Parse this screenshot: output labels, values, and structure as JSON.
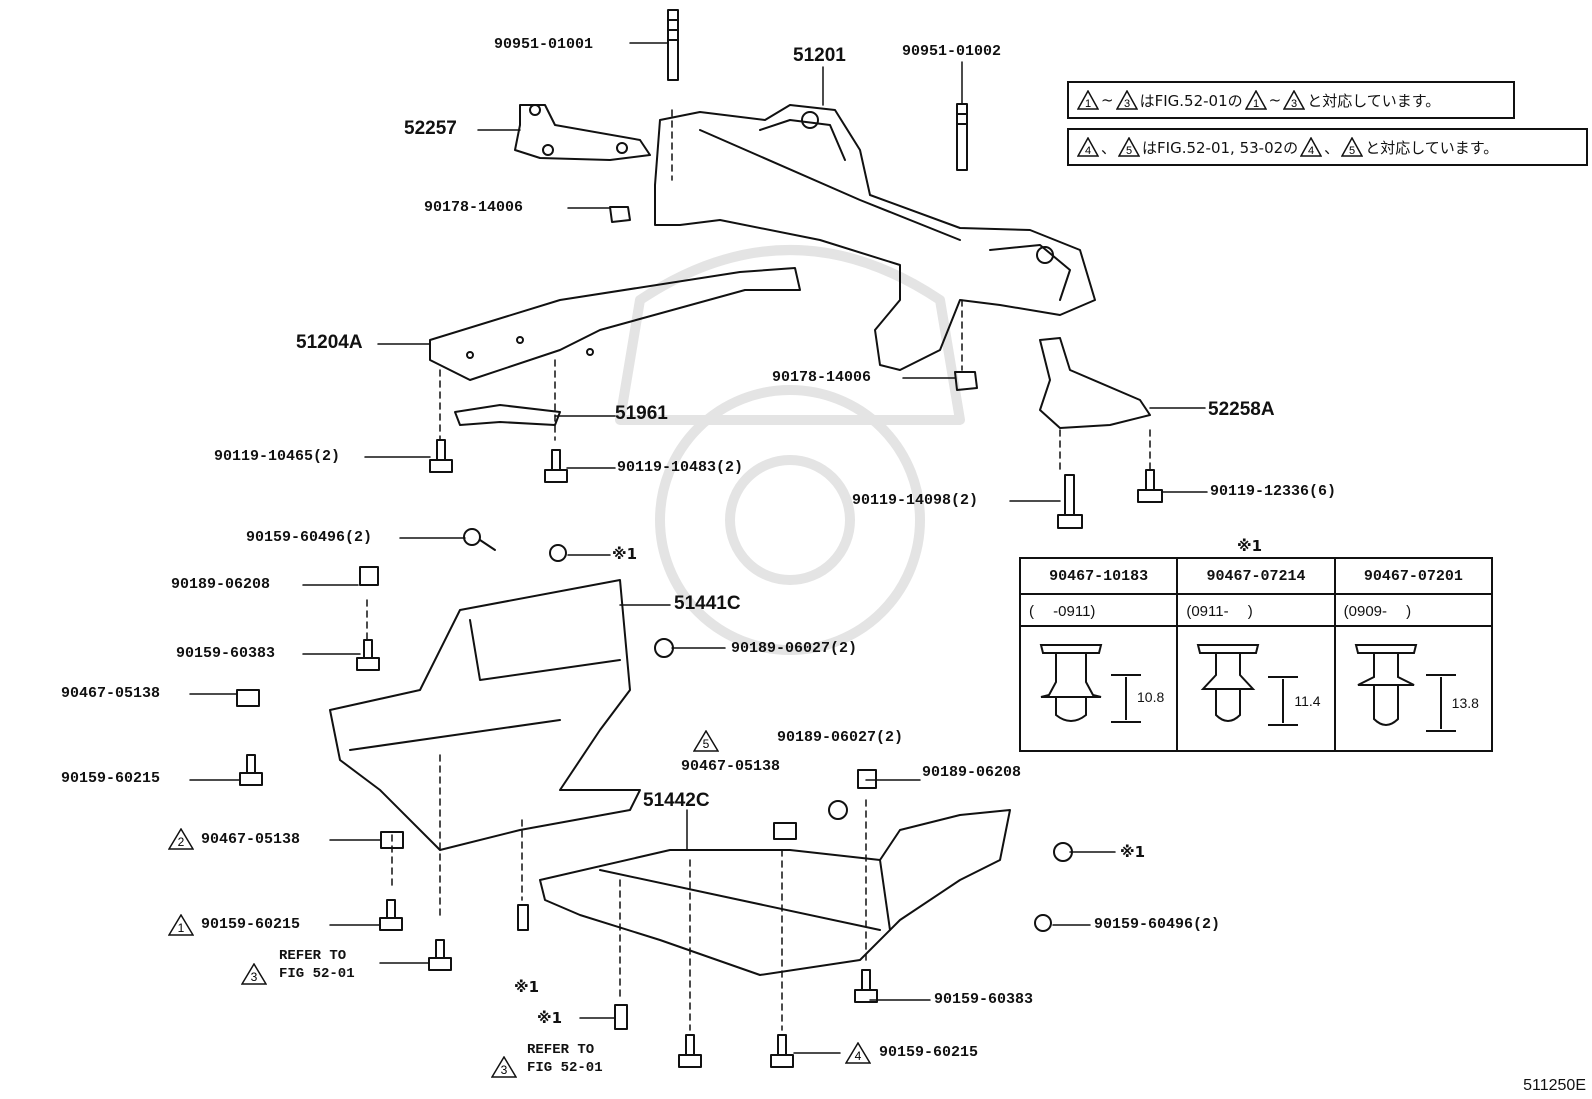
{
  "labels": {
    "p90951_01001": "90951-01001",
    "p51201": "51201",
    "p90951_01002": "90951-01002",
    "p52257": "52257",
    "p90178_14006_a": "90178-14006",
    "p51204A": "51204A",
    "p51961": "51961",
    "p90178_14006_b": "90178-14006",
    "p52258A": "52258A",
    "p90119_10465": "90119-10465(2)",
    "p90119_10483": "90119-10483(2)",
    "p90119_14098": "90119-14098(2)",
    "p90119_12336": "90119-12336(6)",
    "p90159_60496_a": "90159-60496(2)",
    "p90189_06208_a": "90189-06208",
    "p51441C": "51441C",
    "p90189_06027_a": "90189-06027(2)",
    "p90159_60383_a": "90159-60383",
    "p90467_05138_a": "90467-05138",
    "p90159_60215_a": "90159-60215",
    "p90467_05138_b": "90467-05138",
    "p90159_60215_b": "90159-60215",
    "p51442C": "51442C",
    "p90467_05138_c": "90467-05138",
    "p90189_06027_b": "90189-06027(2)",
    "p90189_06208_b": "90189-06208",
    "p90159_60496_b": "90159-60496(2)",
    "p90159_60383_b": "90159-60383",
    "p90159_60215_c": "90159-60215",
    "refer_a_1": "REFER TO",
    "refer_a_2": "FIG 52-01",
    "refer_b_1": "REFER TO",
    "refer_b_2": "FIG 52-01",
    "star": "※1",
    "tri1": "1",
    "tri2": "2",
    "tri3": "3",
    "tri4": "4",
    "tri5": "5"
  },
  "notes": {
    "note1_a": "1",
    "note1_tilde": "~",
    "note1_b": "3",
    "note1_text": "はFIG.52-01の",
    "note1_c": "1",
    "note1_d": "3",
    "note1_end": "と対応しています。",
    "note2_a": "4",
    "note2_sep": "、",
    "note2_b": "5",
    "note2_text": "はFIG.52-01, 53-02の",
    "note2_c": "4",
    "note2_d": "5",
    "note2_end": "と対応しています。"
  },
  "clip_table": {
    "caption": "※1",
    "columns": [
      {
        "part": "90467-10183",
        "range": "(　 -0911)",
        "dim": "10.8"
      },
      {
        "part": "90467-07214",
        "range": "(0911-　 )",
        "dim": "11.4"
      },
      {
        "part": "90467-07201",
        "range": "(0909-　 )",
        "dim": "13.8"
      }
    ]
  },
  "figure_code": "511250E"
}
